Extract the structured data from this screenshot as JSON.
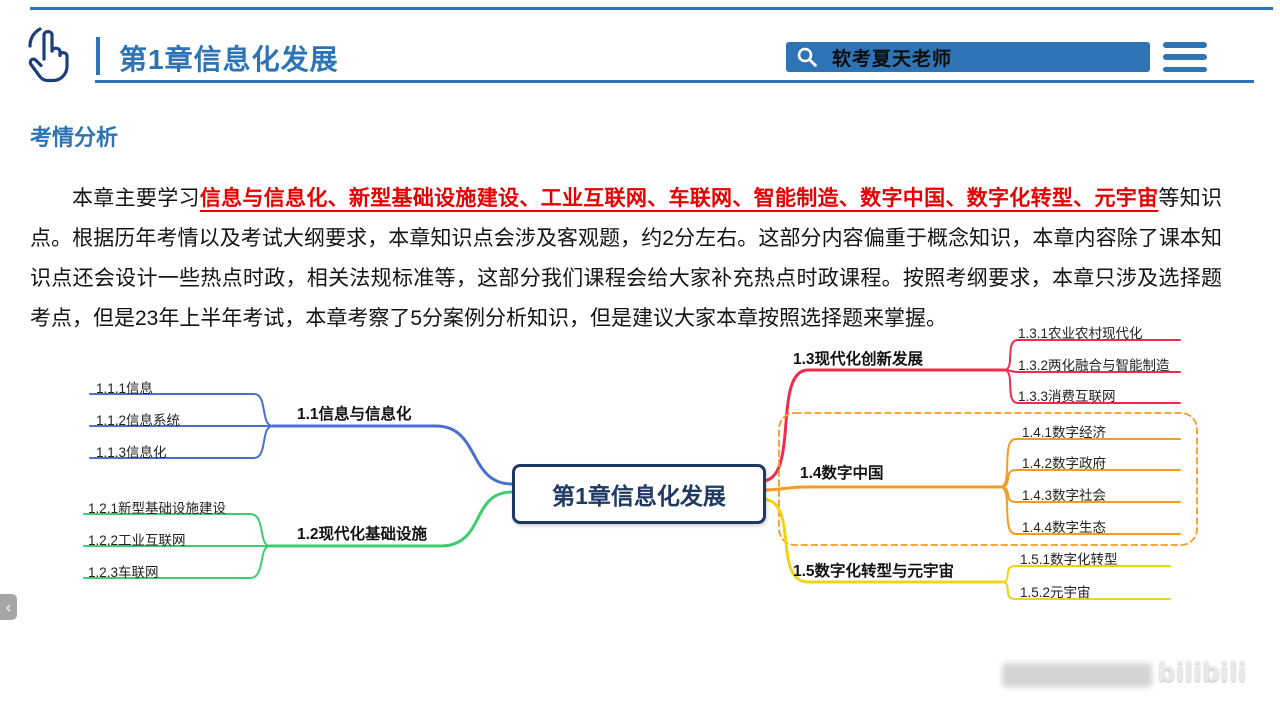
{
  "header": {
    "title": "第1章信息化发展",
    "search_text": "软考夏天老师"
  },
  "colors": {
    "accent_blue": "#2e74b5",
    "root_navy": "#1f3864",
    "highlight_red": "#e60000"
  },
  "content": {
    "heading": "考情分析",
    "para_prefix": "本章主要学习",
    "para_highlight": "信息与信息化、新型基础设施建设、工业互联网、车联网、智能制造、数字中国、数字化转型、元宇宙",
    "para_rest": "等知识点。根据历年考情以及考试大纲要求，本章知识点会涉及客观题，约2分左右。这部分内容偏重于概念知识，本章内容除了课本知识点还会设计一些热点时政，相关法规标准等，这部分我们课程会给大家补充热点时政课程。按照考纲要求，本章只涉及选择题考点，但是23年上半年考试，本章考察了5分案例分析知识，但是建议大家本章按照选择题来掌握。"
  },
  "mindmap": {
    "root": "第1章信息化发展",
    "branches": [
      {
        "label": "1.1信息与信息化",
        "color": "#4a6fd0",
        "children": [
          "1.1.1信息",
          "1.1.2信息系统",
          "1.1.3信息化"
        ]
      },
      {
        "label": "1.2现代化基础设施",
        "color": "#3ecb71",
        "children": [
          "1.2.1新型基础设施建设",
          "1.2.2工业互联网",
          "1.2.3车联网"
        ]
      },
      {
        "label": "1.3现代化创新发展",
        "color": "#ef2b4e",
        "children": [
          "1.3.1农业农村现代化",
          "1.3.2两化融合与智能制造",
          "1.3.3消费互联网"
        ]
      },
      {
        "label": "1.4数字中国",
        "color": "#f59b22",
        "children": [
          "1.4.1数字经济",
          "1.4.2数字政府",
          "1.4.3数字社会",
          "1.4.4数字生态"
        ]
      },
      {
        "label": "1.5数字化转型与元宇宙",
        "color": "#f0d414",
        "children": [
          "1.5.1数字化转型",
          "1.5.2元宇宙"
        ]
      }
    ]
  },
  "sidebar_tab": {
    "arrow": "‹"
  },
  "watermark": {
    "logo": "bilibili"
  }
}
